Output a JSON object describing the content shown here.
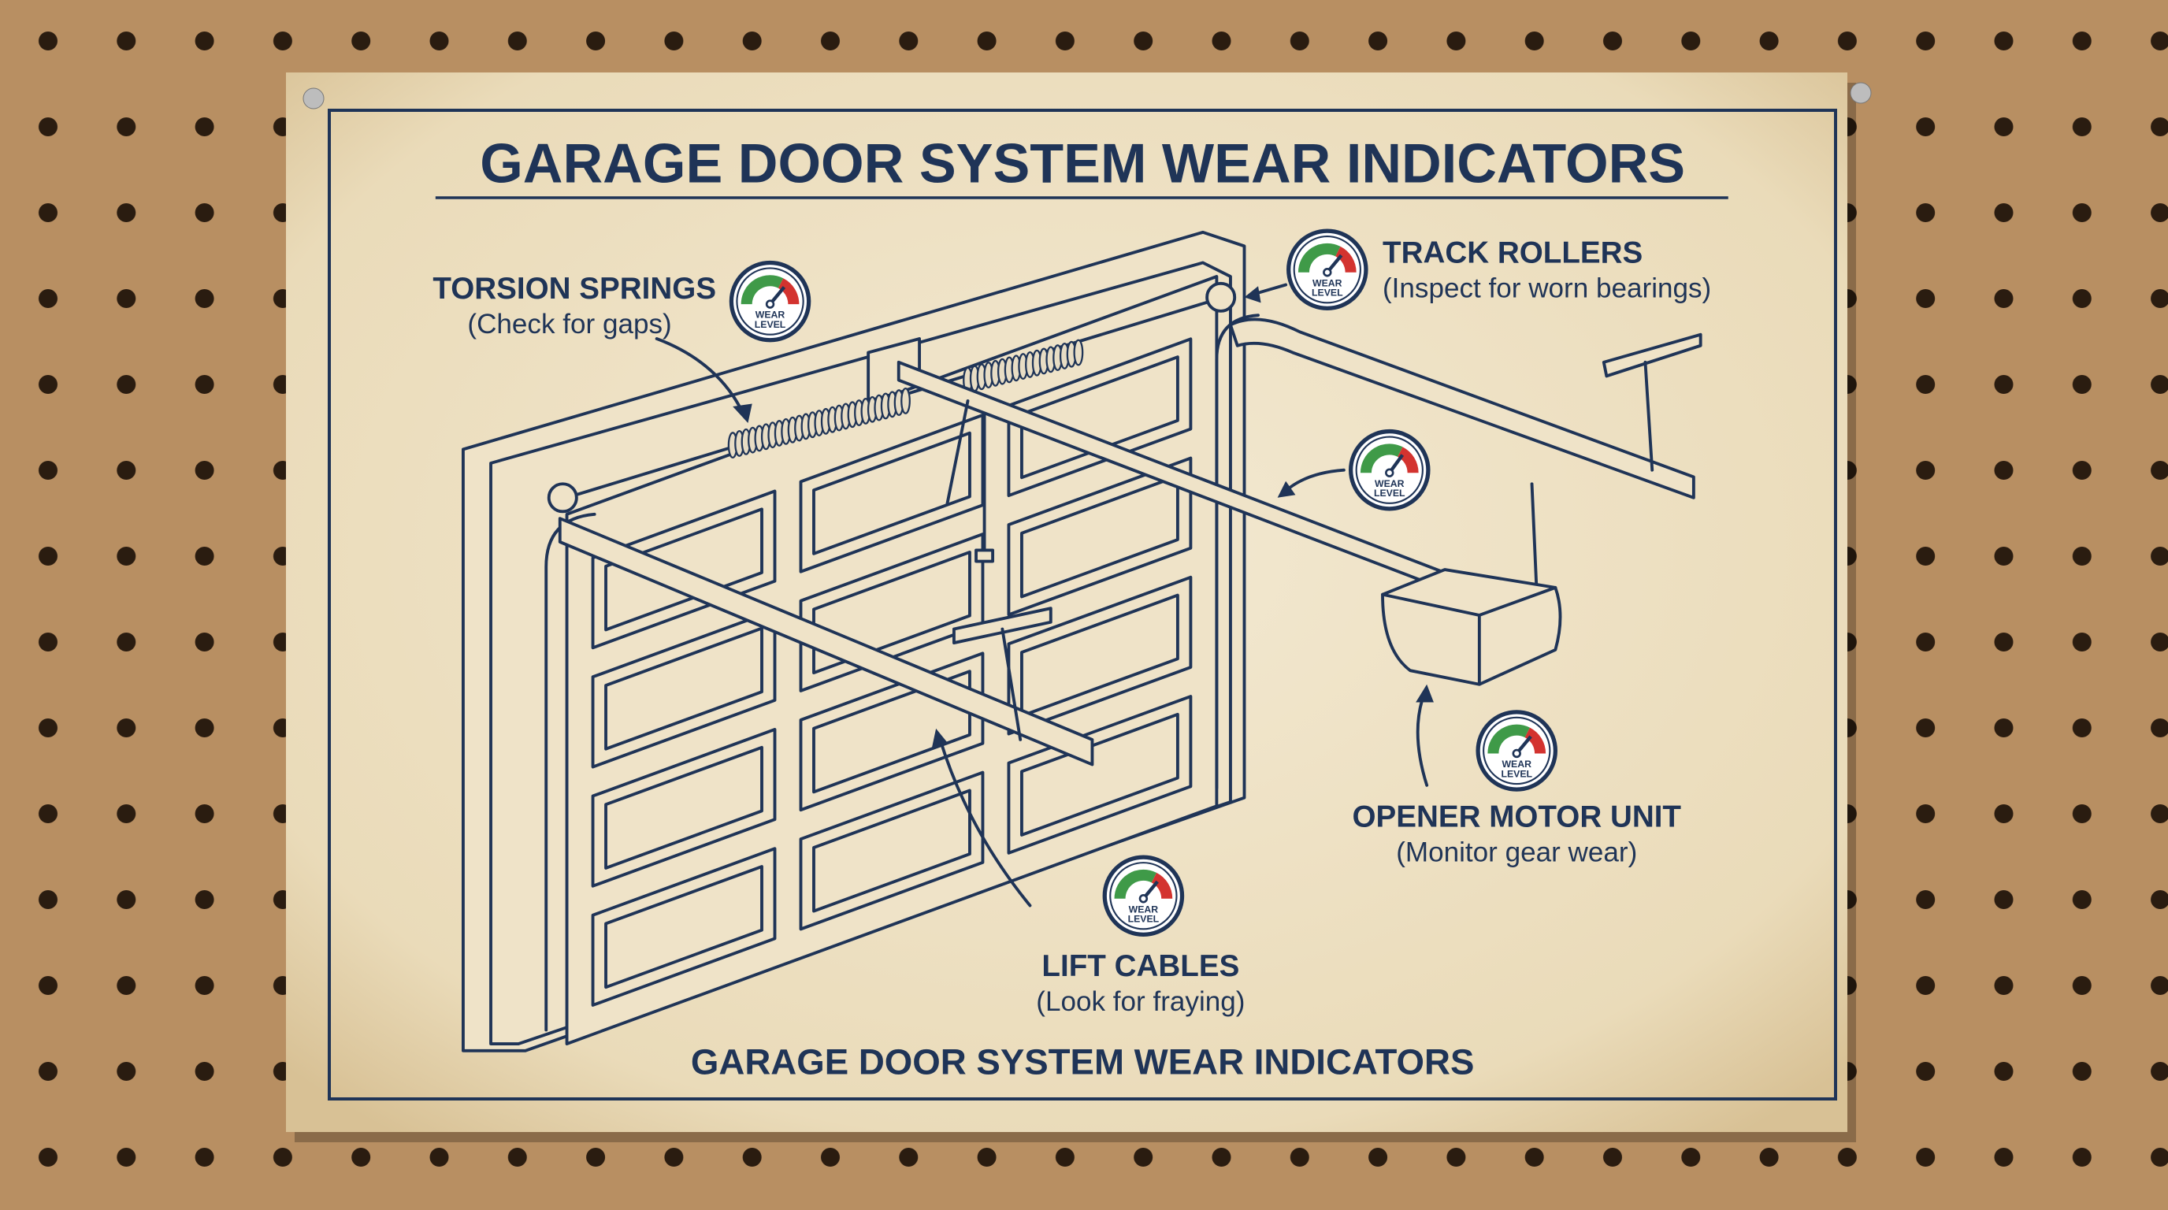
{
  "poster": {
    "title": "GARAGE DOOR SYSTEM WEAR INDICATORS",
    "footer_title": "GARAGE DOOR SYSTEM WEAR INDICATORS"
  },
  "gauge_text": {
    "line1": "WEAR",
    "line2": "LEVEL"
  },
  "colors": {
    "ink": "#1f3457",
    "paper": "#efe3c8",
    "pegboard": "#b88f62",
    "gauge_green": "#3f9a48",
    "gauge_red": "#d3332f"
  },
  "callouts": [
    {
      "id": "torsion-springs",
      "label": "TORSION SPRINGS",
      "note": "(Check for gaps)",
      "wear_level": 0.72
    },
    {
      "id": "track-rollers",
      "label": "TRACK ROLLERS",
      "note": "(Inspect for worn bearings)",
      "wear_level": 0.72
    },
    {
      "id": "track-rail",
      "label": "",
      "note": "",
      "wear_level": 0.7
    },
    {
      "id": "opener-motor-unit",
      "label": "OPENER MOTOR UNIT",
      "note": "(Monitor gear wear)",
      "wear_level": 0.72
    },
    {
      "id": "lift-cables",
      "label": "LIFT CABLES",
      "note": "(Look for fraying)",
      "wear_level": 0.72
    }
  ]
}
